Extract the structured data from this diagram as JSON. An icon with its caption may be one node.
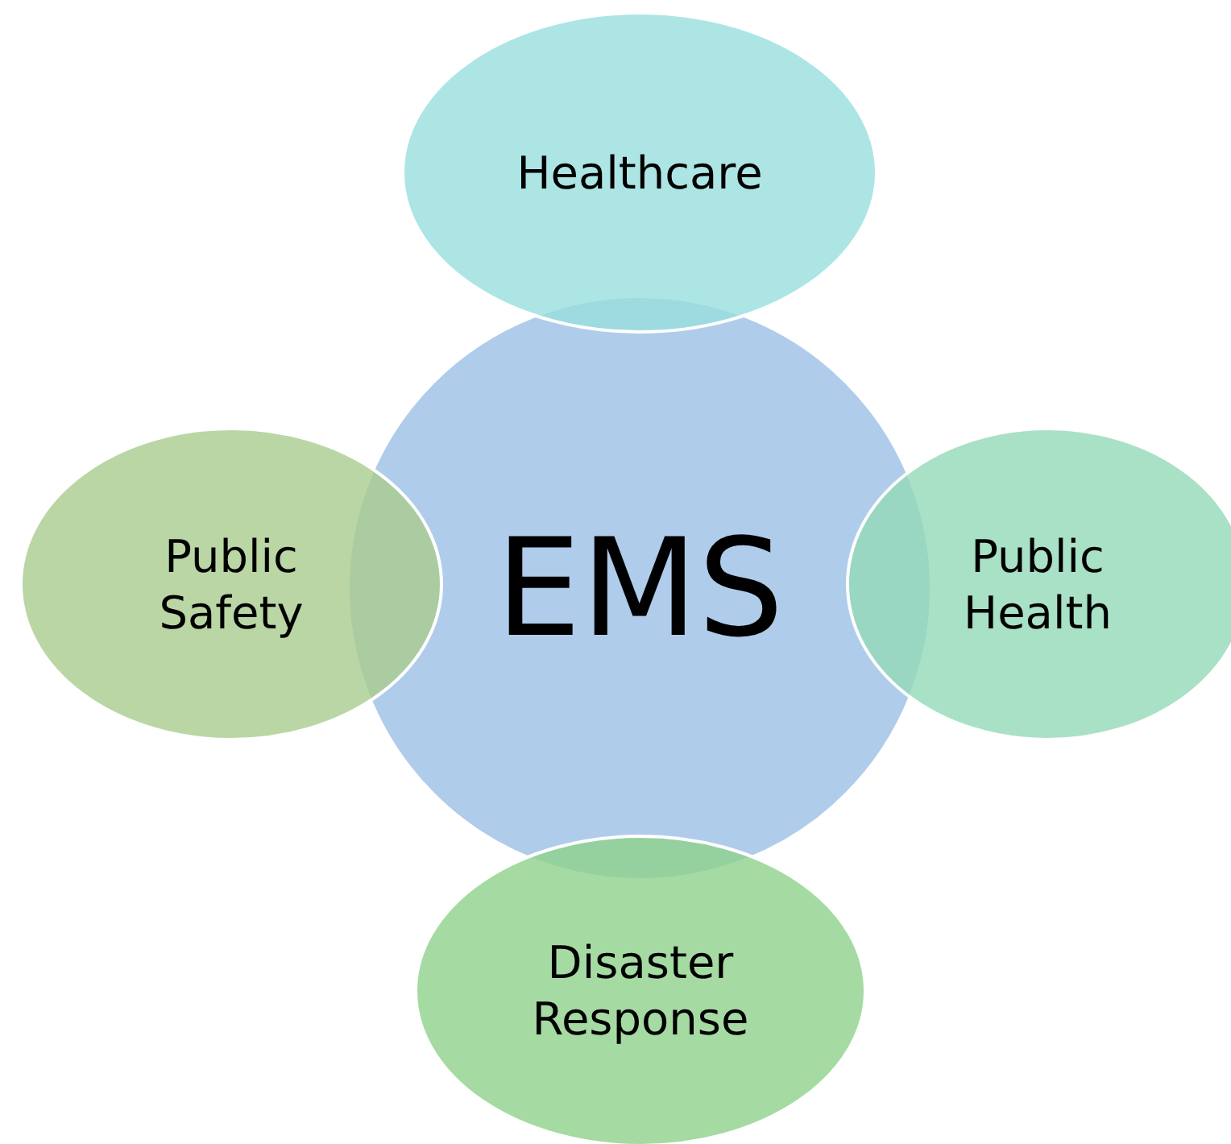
{
  "diagram": {
    "nodes": [
      {
        "text": [
          "Healthcare"
        ]
      },
      {
        "text": [
          "Public Safety"
        ]
      },
      {
        "text": [
          "EMS"
        ]
      },
      {
        "text": [
          "Public Health"
        ]
      },
      {
        "text": [
          "Disaster Response"
        ]
      }
    ]
  }
}
